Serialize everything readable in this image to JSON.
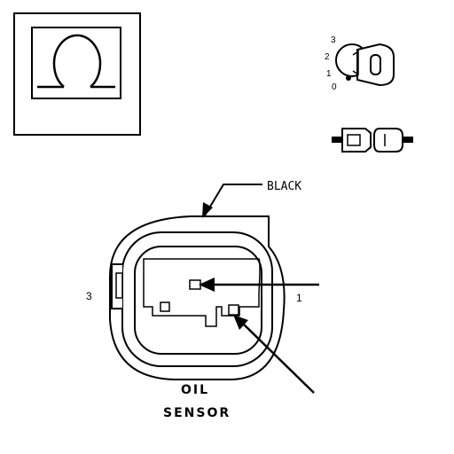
{
  "connector": {
    "color_label": "BLACK",
    "pin_label_left": "3",
    "pin_label_right": "1",
    "caption_line1": "OIL",
    "caption_line2": "SENSOR"
  },
  "ignition_key": {
    "positions": [
      "3",
      "2",
      "1",
      "0"
    ]
  },
  "icons": {
    "warning_symbol": "oil-pressure-omega-icon",
    "key": "ignition-key-icon",
    "connector": "connector-disconnect-icon"
  }
}
